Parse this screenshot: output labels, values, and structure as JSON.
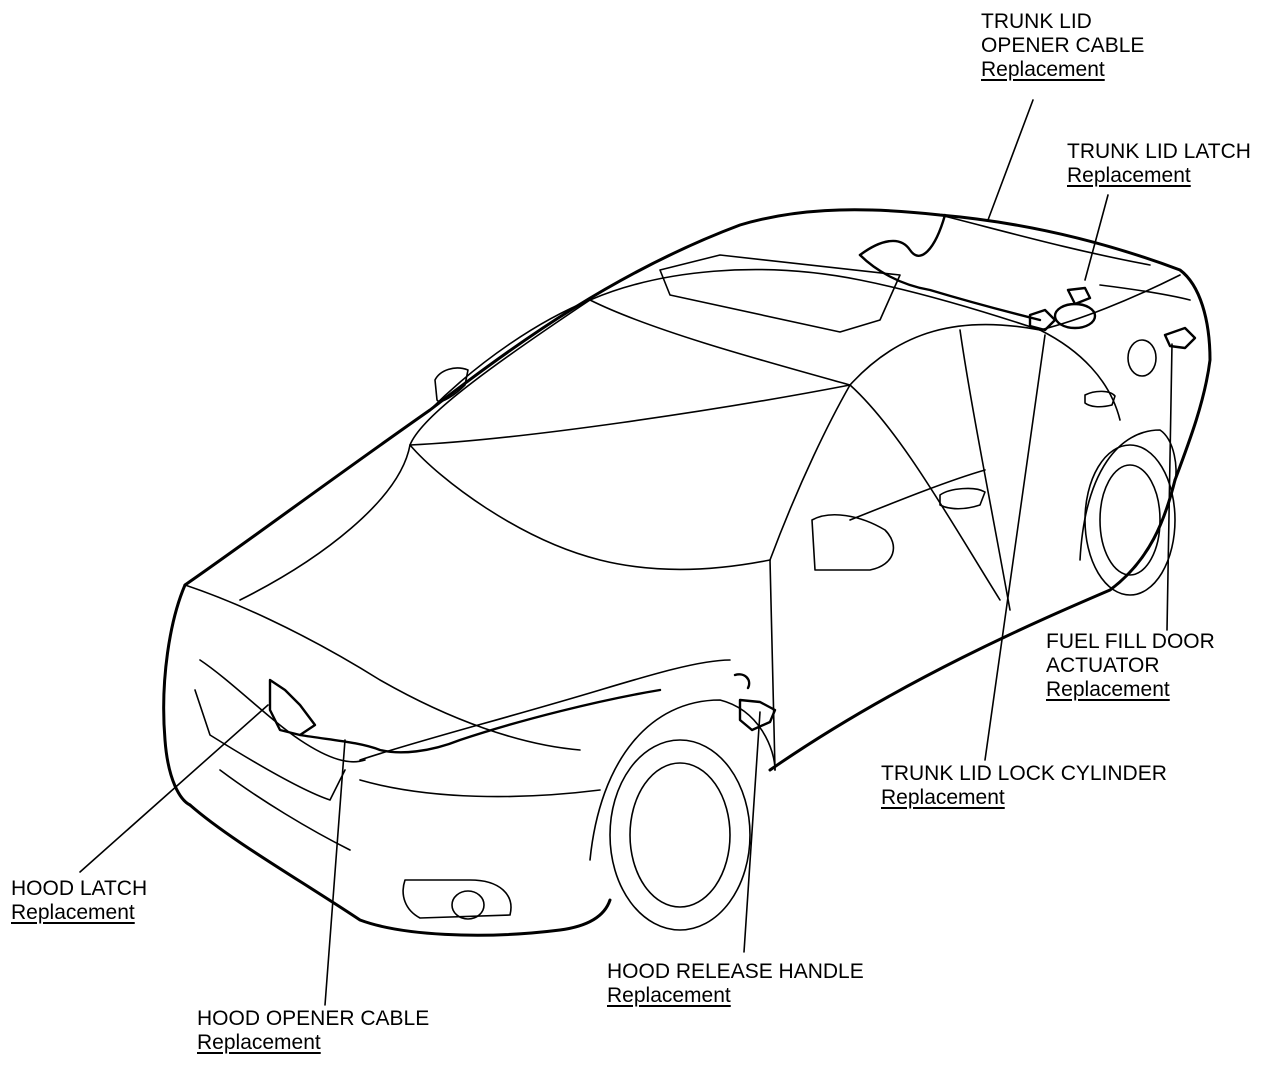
{
  "callouts": {
    "trunk_lid_opener_cable": {
      "title": "TRUNK LID\nOPENER CABLE",
      "link": "Replacement"
    },
    "trunk_lid_latch": {
      "title": "TRUNK LID LATCH",
      "link": "Replacement"
    },
    "fuel_fill_door_actuator": {
      "title": "FUEL FILL DOOR\nACTUATOR",
      "link": "Replacement"
    },
    "trunk_lid_lock_cylinder": {
      "title": "TRUNK LID LOCK CYLINDER",
      "link": "Replacement"
    },
    "hood_latch": {
      "title": "HOOD LATCH",
      "link": "Replacement"
    },
    "hood_release_handle": {
      "title": "HOOD RELEASE HANDLE",
      "link": "Replacement"
    },
    "hood_opener_cable": {
      "title": "HOOD OPENER CABLE",
      "link": "Replacement"
    }
  },
  "colors": {
    "ink": "#000000",
    "background": "#ffffff"
  }
}
